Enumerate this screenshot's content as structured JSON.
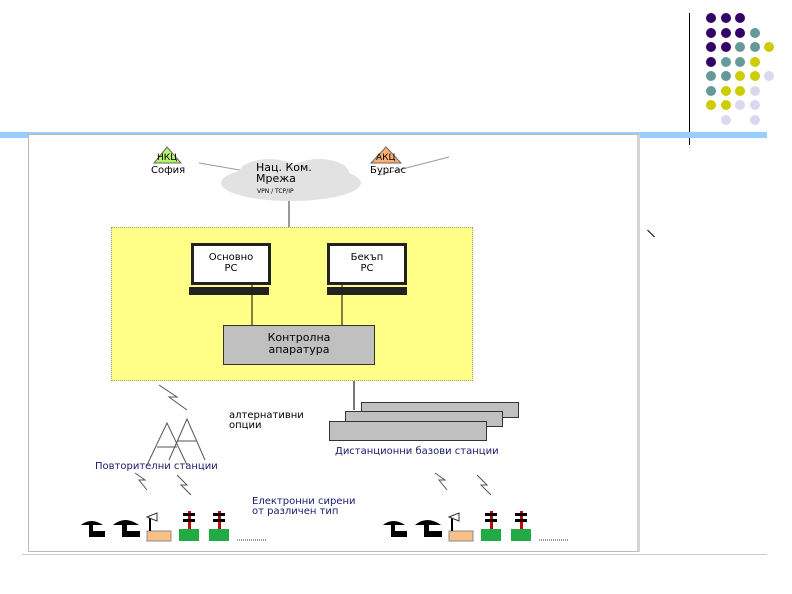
{
  "colors": {
    "purple": "#330066",
    "teal": "#669999",
    "yellow": "#cccc00",
    "lavender": "#d9d9ee",
    "accent_bar": "#99ccff",
    "panel": "#ffff88"
  },
  "dot_grid": [
    [
      "purple",
      "purple",
      "purple",
      "",
      ""
    ],
    [
      "purple",
      "purple",
      "purple",
      "teal",
      ""
    ],
    [
      "purple",
      "purple",
      "teal",
      "teal",
      "yellow"
    ],
    [
      "purple",
      "teal",
      "teal",
      "yellow",
      ""
    ],
    [
      "teal",
      "teal",
      "yellow",
      "yellow",
      "lavender"
    ],
    [
      "teal",
      "yellow",
      "yellow",
      "lavender",
      ""
    ],
    [
      "yellow",
      "yellow",
      "lavender",
      "lavender",
      ""
    ],
    [
      "",
      "lavender",
      "",
      "lavender",
      ""
    ]
  ],
  "diagram": {
    "nkc_label": "НКЦ",
    "sofia": "София",
    "akc_label": "АКЦ",
    "burgas": "Бургас",
    "cloud_title1": "Нац. Ком.",
    "cloud_title2": "Мрежа",
    "cloud_sub": "VPN / TCP/IP",
    "main_pc1": "Основно",
    "main_pc2": "PC",
    "backup_pc1": "Бекъп",
    "backup_pc2": "PC",
    "control1": "Контролна",
    "control2": "апаратура",
    "alt1": "алтернативни",
    "alt2": "опции",
    "repeaters": "Повторителни станции",
    "remote_bases": "Дистанционни базови станции",
    "sirens1": "Електронни сирени",
    "sirens2": "от различен тип"
  }
}
